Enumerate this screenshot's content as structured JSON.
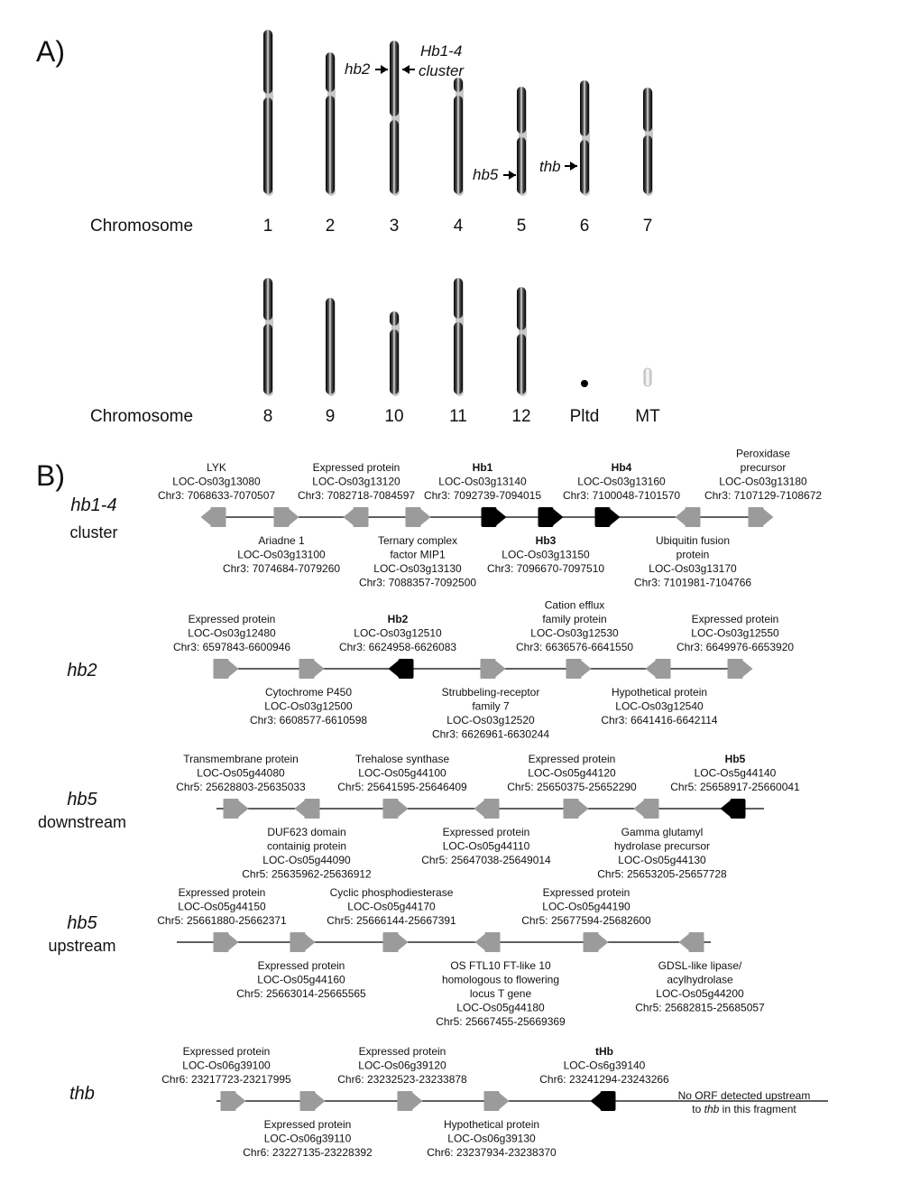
{
  "panel_a_label": "A)",
  "panel_b_label": "B)",
  "chromosome_label": "Chromosome",
  "chromosome_rows": [
    [
      "1",
      "2",
      "3",
      "4",
      "5",
      "6",
      "7"
    ],
    [
      "8",
      "9",
      "10",
      "11",
      "12",
      "Pltd",
      "MT"
    ]
  ],
  "chromosome_arrows": [
    {
      "label": "hb2"
    },
    {
      "label": "Hb1-4 cluster"
    },
    {
      "label": "hb5"
    },
    {
      "label": "thb"
    }
  ],
  "loci": [
    {
      "title": "hb1-4",
      "subtitle": "cluster",
      "genes": [
        {
          "lines": [
            "LYK",
            "LOC-Os03g13080",
            "Chr3: 7068633-7070507"
          ],
          "dir": "L",
          "type": "gray"
        },
        {
          "lines": [
            "Ariadne 1",
            "LOC-Os03g13100",
            "Chr3: 7074684-7079260"
          ],
          "dir": "R",
          "type": "gray"
        },
        {
          "lines": [
            "Expressed protein",
            "LOC-Os03g13120",
            "Chr3: 7082718-7084597"
          ],
          "dir": "L",
          "type": "gray"
        },
        {
          "lines": [
            "Ternary complex",
            "factor MIP1",
            "LOC-Os03g13130",
            "Chr3: 7088357-7092500"
          ],
          "dir": "R",
          "type": "gray"
        },
        {
          "lines": [
            "Hb1",
            "LOC-Os03g13140",
            "Chr3: 7092739-7094015"
          ],
          "dir": "R",
          "type": "black"
        },
        {
          "lines": [
            "Hb3",
            "LOC-Os03g13150",
            "Chr3: 7096670-7097510"
          ],
          "dir": "R",
          "type": "black"
        },
        {
          "lines": [
            "Hb4",
            "LOC-Os03g13160",
            "Chr3: 7100048-7101570"
          ],
          "dir": "R",
          "type": "black"
        },
        {
          "lines": [
            "Ubiquitin fusion",
            "protein",
            "LOC-Os03g13170",
            "Chr3: 7101981-7104766"
          ],
          "dir": "L",
          "type": "gray"
        },
        {
          "lines": [
            "Peroxidase",
            "precursor",
            "LOC-Os03g13180",
            "Chr3: 7107129-7108672"
          ],
          "dir": "R",
          "type": "gray"
        }
      ]
    },
    {
      "title": "hb2",
      "subtitle": "",
      "genes": [
        {
          "lines": [
            "Expressed protein",
            "LOC-Os03g12480",
            "Chr3: 6597843-6600946"
          ],
          "dir": "R",
          "type": "gray"
        },
        {
          "lines": [
            "Cytochrome P450",
            "LOC-Os03g12500",
            "Chr3: 6608577-6610598"
          ],
          "dir": "R",
          "type": "gray"
        },
        {
          "lines": [
            "Hb2",
            "LOC-Os03g12510",
            "Chr3: 6624958-6626083"
          ],
          "dir": "L",
          "type": "black"
        },
        {
          "lines": [
            "Strubbeling-receptor",
            "family 7",
            "LOC-Os03g12520",
            "Chr3: 6626961-6630244"
          ],
          "dir": "R",
          "type": "gray"
        },
        {
          "lines": [
            "Cation efflux",
            "family protein",
            "LOC-Os03g12530",
            "Chr3: 6636576-6641550"
          ],
          "dir": "R",
          "type": "gray"
        },
        {
          "lines": [
            "Hypothetical protein",
            "LOC-Os03g12540",
            "Chr3: 6641416-6642114"
          ],
          "dir": "L",
          "type": "gray"
        },
        {
          "lines": [
            "Expressed protein",
            "LOC-Os03g12550",
            "Chr3: 6649976-6653920"
          ],
          "dir": "R",
          "type": "gray"
        }
      ]
    },
    {
      "title": "hb5",
      "subtitle": "downstream",
      "genes": [
        {
          "lines": [
            "Transmembrane protein",
            "LOC-Os05g44080",
            "Chr5: 25628803-25635033"
          ],
          "dir": "R",
          "type": "gray"
        },
        {
          "lines": [
            "DUF623 domain",
            "containig protein",
            "LOC-Os05g44090",
            "Chr5: 25635962-25636912"
          ],
          "dir": "L",
          "type": "gray"
        },
        {
          "lines": [
            "Trehalose synthase",
            "LOC-Os05g44100",
            "Chr5: 25641595-25646409"
          ],
          "dir": "R",
          "type": "gray"
        },
        {
          "lines": [
            "Expressed protein",
            "LOC-Os05g44110",
            "Chr5: 25647038-25649014"
          ],
          "dir": "L",
          "type": "gray"
        },
        {
          "lines": [
            "Expressed protein",
            "LOC-Os05g44120",
            "Chr5: 25650375-25652290"
          ],
          "dir": "R",
          "type": "gray"
        },
        {
          "lines": [
            "Gamma glutamyl",
            "hydrolase precursor",
            "LOC-Os05g44130",
            "Chr5: 25653205-25657728"
          ],
          "dir": "L",
          "type": "gray"
        },
        {
          "lines": [
            "Hb5",
            "LOC-Os5g44140",
            "Chr5: 25658917-25660041"
          ],
          "dir": "L",
          "type": "black"
        }
      ]
    },
    {
      "title": "hb5",
      "subtitle": "upstream",
      "genes": [
        {
          "lines": [
            "Expressed protein",
            "LOC-Os05g44150",
            "Chr5: 25661880-25662371"
          ],
          "dir": "R",
          "type": "gray"
        },
        {
          "lines": [
            "Expressed protein",
            "LOC-Os05g44160",
            "Chr5: 25663014-25665565"
          ],
          "dir": "R",
          "type": "gray"
        },
        {
          "lines": [
            "Cyclic phosphodiesterase",
            "LOC-Os05g44170",
            "Chr5: 25666144-25667391"
          ],
          "dir": "R",
          "type": "gray"
        },
        {
          "lines": [
            "OS FTL10 FT-like 10",
            "homologous to flowering",
            "locus T gene",
            "LOC-Os05g44180",
            "Chr5: 25667455-25669369"
          ],
          "dir": "L",
          "type": "gray"
        },
        {
          "lines": [
            "Expressed protein",
            "LOC-Os05g44190",
            "Chr5: 25677594-25682600"
          ],
          "dir": "R",
          "type": "gray"
        },
        {
          "lines": [
            "GDSL-like lipase/",
            "acylhydrolase",
            "LOC-Os05g44200",
            "Chr5: 25682815-25685057"
          ],
          "dir": "L",
          "type": "gray"
        }
      ]
    },
    {
      "title": "thb",
      "subtitle": "",
      "genes": [
        {
          "lines": [
            "Expressed protein",
            "LOC-Os06g39100",
            "Chr6: 23217723-23217995"
          ],
          "dir": "R",
          "type": "gray"
        },
        {
          "lines": [
            "Expressed protein",
            "LOC-Os06g39110",
            "Chr6: 23227135-23228392"
          ],
          "dir": "R",
          "type": "gray"
        },
        {
          "lines": [
            "Expressed protein",
            "LOC-Os06g39120",
            "Chr6: 23232523-23233878"
          ],
          "dir": "R",
          "type": "gray"
        },
        {
          "lines": [
            "Hypothetical protein",
            "LOC-Os06g39130",
            "Chr6: 23237934-23238370"
          ],
          "dir": "R",
          "type": "gray"
        },
        {
          "lines": [
            "tHb",
            "LOC-Os6g39140",
            "Chr6: 23241294-23243266"
          ],
          "dir": "L",
          "type": "black"
        }
      ],
      "note_lines": [
        "No ORF detected upstream",
        "to",
        "thb",
        "in this fragment"
      ]
    }
  ],
  "colors": {
    "gene_gray": "#9b9b9b",
    "gene_black": "#000000",
    "line": "#000000"
  }
}
